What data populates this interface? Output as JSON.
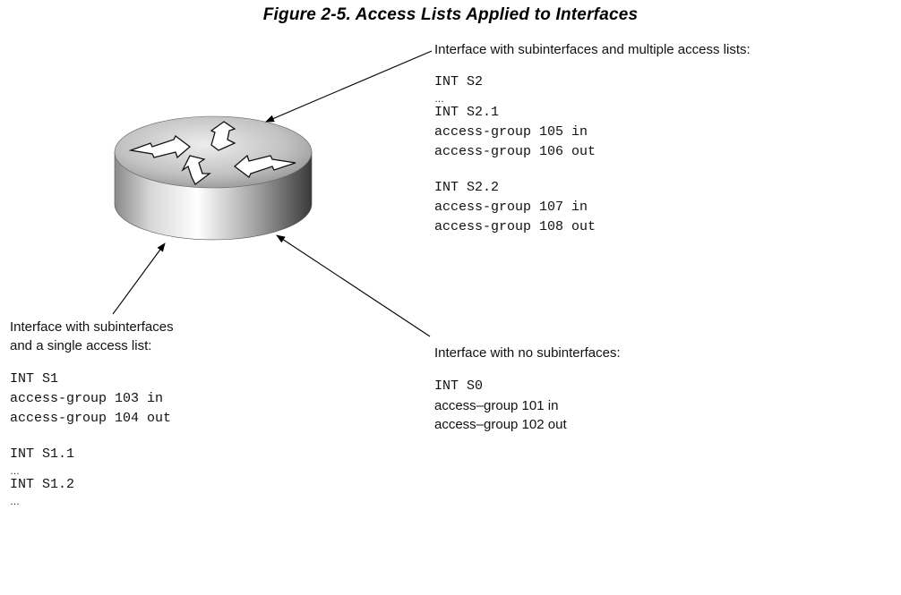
{
  "figure": {
    "title": "Figure 2-5. Access Lists Applied to Interfaces"
  },
  "blocks": {
    "top_right": {
      "heading": "Interface with subinterfaces and multiple access lists:",
      "lines": [
        "INT S2",
        "…",
        "INT S2.1",
        "access-group 105 in",
        "access-group 106 out",
        "",
        "INT S2.2",
        "access-group 107 in",
        "access-group 108 out"
      ]
    },
    "bottom_left": {
      "heading": [
        "Interface with subinterfaces",
        "and a single access list:"
      ],
      "lines": [
        "INT S1",
        "access-group 103 in",
        "access-group 104 out",
        "",
        "INT S1.1",
        "…",
        "INT S1.2",
        "…"
      ]
    },
    "bottom_right": {
      "heading": "Interface with no subinterfaces:",
      "lines": [
        "INT S0",
        "access–group 101 in",
        "access–group 102 out"
      ]
    }
  },
  "icons": {
    "router": "router-icon"
  }
}
